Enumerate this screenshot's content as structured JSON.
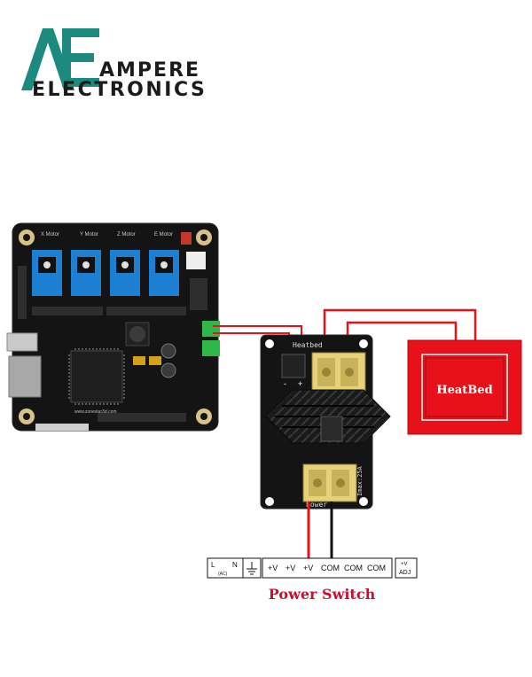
{
  "logo": {
    "mark": "AE",
    "line1": "AMPERE",
    "line2": "ELECTRONICS",
    "colors": {
      "teal": "#1d8a80",
      "dark": "#1b1b1b"
    }
  },
  "board": {
    "labels": {
      "x_motor": "X Motor",
      "y_motor": "Y Motor",
      "z_motor": "Z Motor",
      "e_motor": "E Motor",
      "url": "www.zonestar3d.com"
    }
  },
  "module": {
    "label_top": "Heatbed",
    "label_bottom": "Power",
    "label_side": "Imax:25A",
    "pin_minus": "-",
    "pin_plus": "+"
  },
  "heatbed": {
    "label": "HeatBed",
    "color": "#e8111a"
  },
  "psu": {
    "terminals": [
      "L",
      "N",
      "+V",
      "+V",
      "+V",
      "COM",
      "COM",
      "COM",
      "+V"
    ],
    "ac_label": "(AC)",
    "adj_label": "ADJ"
  },
  "caption": {
    "text": "Power Switch",
    "color": "#c8102e"
  },
  "wires": {
    "red": "#e8111a",
    "black": "#111111"
  }
}
